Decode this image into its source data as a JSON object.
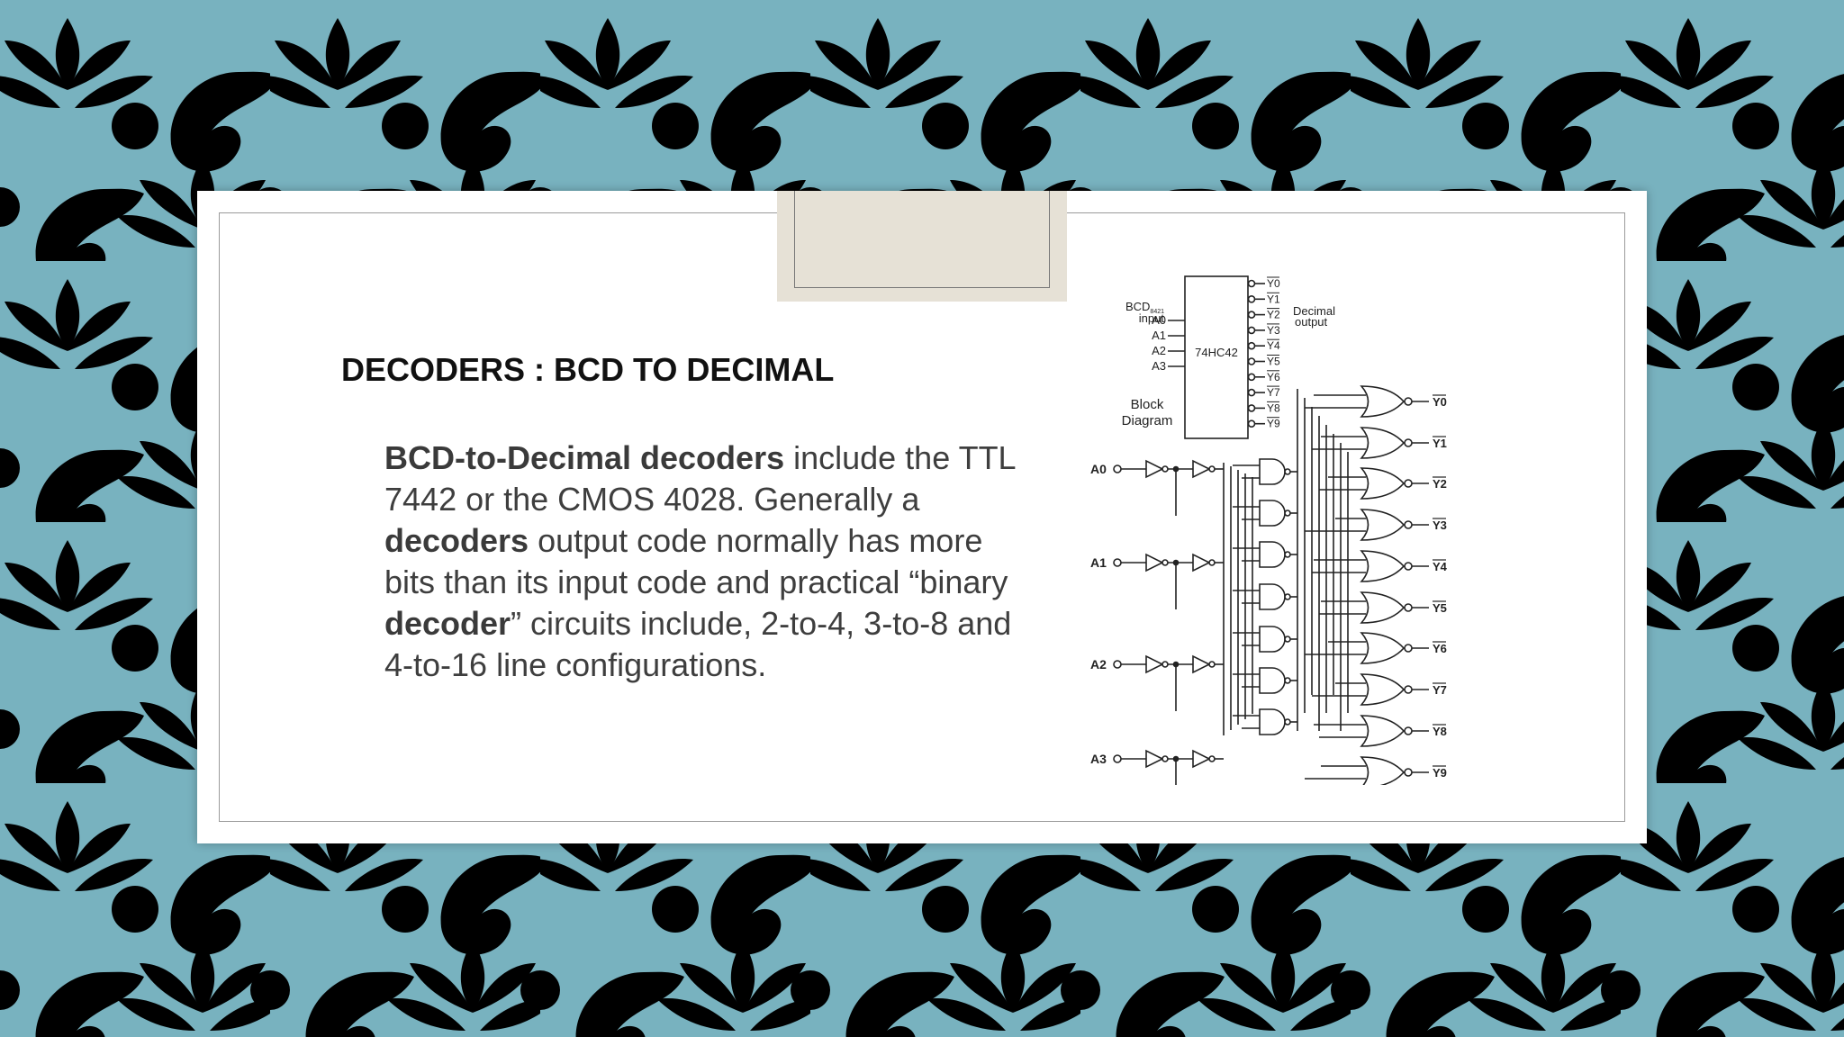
{
  "slide": {
    "title": "DECODERS : BCD TO DECIMAL",
    "paragraph": [
      {
        "text": "BCD-to-Decimal decoders",
        "bold": true
      },
      {
        "text": " include the TTL 7442 or the CMOS 4028. Generally a ",
        "bold": false
      },
      {
        "text": "decoders",
        "bold": true
      },
      {
        "text": " output code normally has more bits than its input code and practical “binary ",
        "bold": false
      },
      {
        "text": "decoder",
        "bold": true
      },
      {
        "text": "” circuits include, 2-to-4, 3-to-8 and 4-to-16 line configurations.",
        "bold": false
      }
    ]
  },
  "diagram": {
    "block": {
      "chip_label": "74HC42",
      "input_label_line1": "BCD",
      "input_label_sub": "8421",
      "input_label_line2": "input",
      "inputs": [
        "A0",
        "A1",
        "A2",
        "A3"
      ],
      "outputs": [
        "Y0",
        "Y1",
        "Y2",
        "Y3",
        "Y4",
        "Y5",
        "Y6",
        "Y7",
        "Y8",
        "Y9"
      ],
      "output_label_line1": "Decimal",
      "output_label_line2": "output",
      "caption_line1": "Block",
      "caption_line2": "Diagram"
    },
    "logic": {
      "inputs": [
        "A0",
        "A1",
        "A2",
        "A3"
      ],
      "outputs": [
        "Y0",
        "Y1",
        "Y2",
        "Y3",
        "Y4",
        "Y5",
        "Y6",
        "Y7",
        "Y8",
        "Y9"
      ]
    }
  },
  "colors": {
    "background": "#78b2bf",
    "pattern": "#ece7dc",
    "card": "#ffffff",
    "tab": "#e6e1d6"
  }
}
